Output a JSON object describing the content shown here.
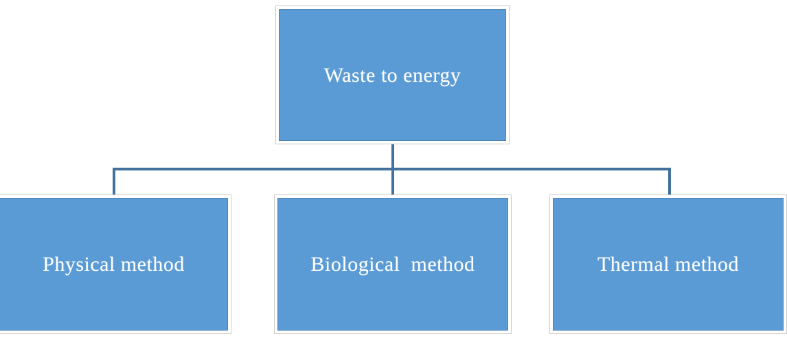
{
  "diagram": {
    "type": "hierarchy",
    "root": {
      "label": "Waste to energy"
    },
    "children": [
      {
        "label": "Physical method"
      },
      {
        "label": "Biological  method"
      },
      {
        "label": "Thermal method"
      }
    ],
    "colors": {
      "box_fill": "#5b9bd5",
      "box_inner_border": "#41719c",
      "frame_outline": "#cacaca",
      "connector": "#41719c",
      "text": "#ffffff",
      "background": "#ffffff"
    }
  }
}
